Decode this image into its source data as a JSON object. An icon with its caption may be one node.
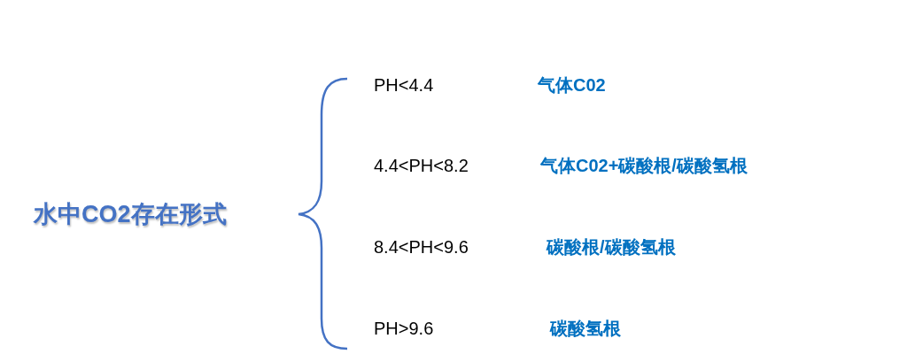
{
  "diagram": {
    "labels": [
      "水中CO2存在形式",
      "PH<4.4",
      "气体C02",
      "4.4<PH<8.2",
      "气体C02+碳酸根/碳酸氢根",
      "8.4<PH<9.6",
      "碳酸根/碳酸氢根",
      "PH>9.6",
      "碳酸氢根"
    ]
  }
}
